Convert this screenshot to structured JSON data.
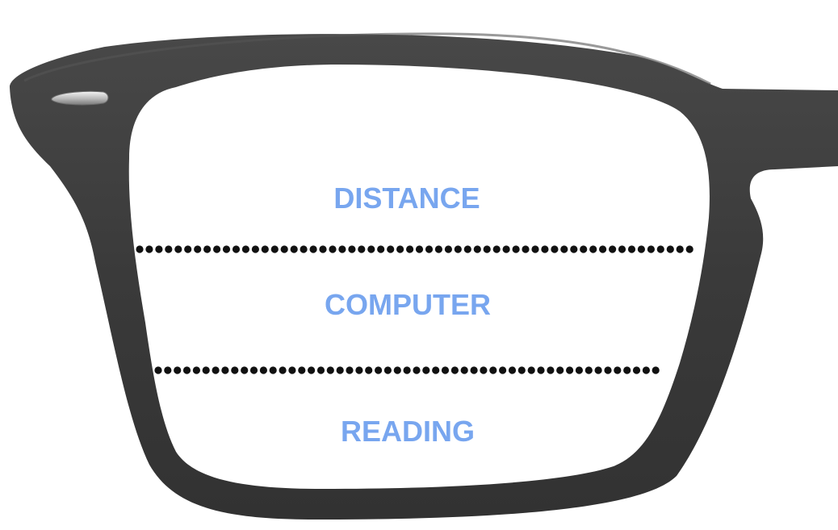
{
  "zones": [
    {
      "label": "DISTANCE"
    },
    {
      "label": "COMPUTER"
    },
    {
      "label": "READING"
    }
  ],
  "colors": {
    "background": "#ffffff",
    "frame": "#3a3a3a",
    "frame_highlight": "#4a4a4a",
    "lens": "#ffffff",
    "label": "#78a6ef",
    "divider": "#111111",
    "rivet": "#d8d8d8"
  },
  "icons": {
    "frame": "eyeglasses-frame-icon",
    "rivet": "hinge-rivet-icon"
  }
}
